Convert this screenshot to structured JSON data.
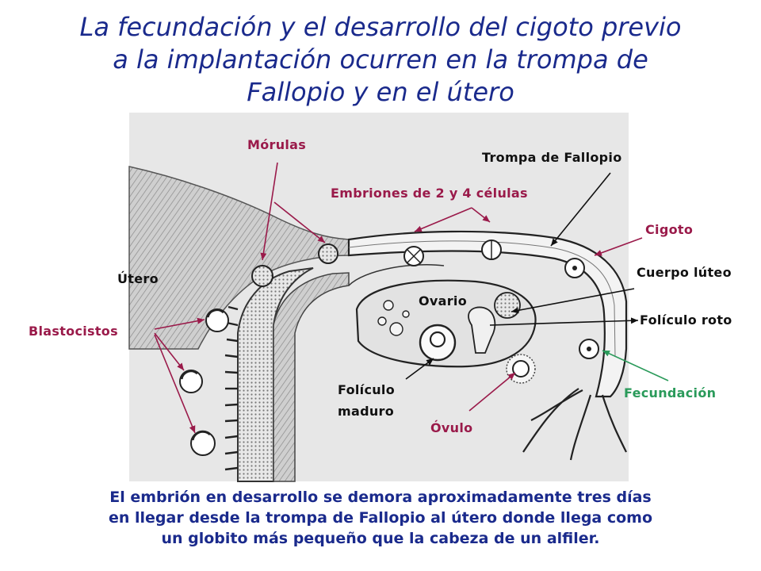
{
  "title": {
    "lines": [
      "La fecundación y el desarrollo del cigoto previo",
      "a la implantación ocurren en la trompa de",
      "Fallopio y en el útero"
    ]
  },
  "labels": {
    "morulas": "Mórulas",
    "trompa": "Trompa de Fallopio",
    "embriones": "Embriones de 2 y 4 células",
    "cigoto": "Cigoto",
    "cuerpo_luteo": "Cuerpo lúteo",
    "utero": "Útero",
    "ovario": "Ovario",
    "foliculo_roto": "Folículo roto",
    "blastocistos": "Blastocistos",
    "foliculo_maduro_1": "Folículo",
    "foliculo_maduro_2": "maduro",
    "fecundacion": "Fecundación",
    "ovulo": "Óvulo"
  },
  "caption": {
    "lines": [
      "El embrión en desarrollo se demora aproximadamente tres días",
      "en llegar desde la trompa de Fallopio al útero donde llega como",
      "un globito más pequeño que la cabeza de un alfiler."
    ]
  },
  "colors": {
    "title": "#1a2a8c",
    "label_black": "#111111",
    "label_red": "#9a1a4a",
    "label_green": "#2a9a5a",
    "arrow_red": "#9a1a4a",
    "arrow_green": "#2a9a5a"
  }
}
